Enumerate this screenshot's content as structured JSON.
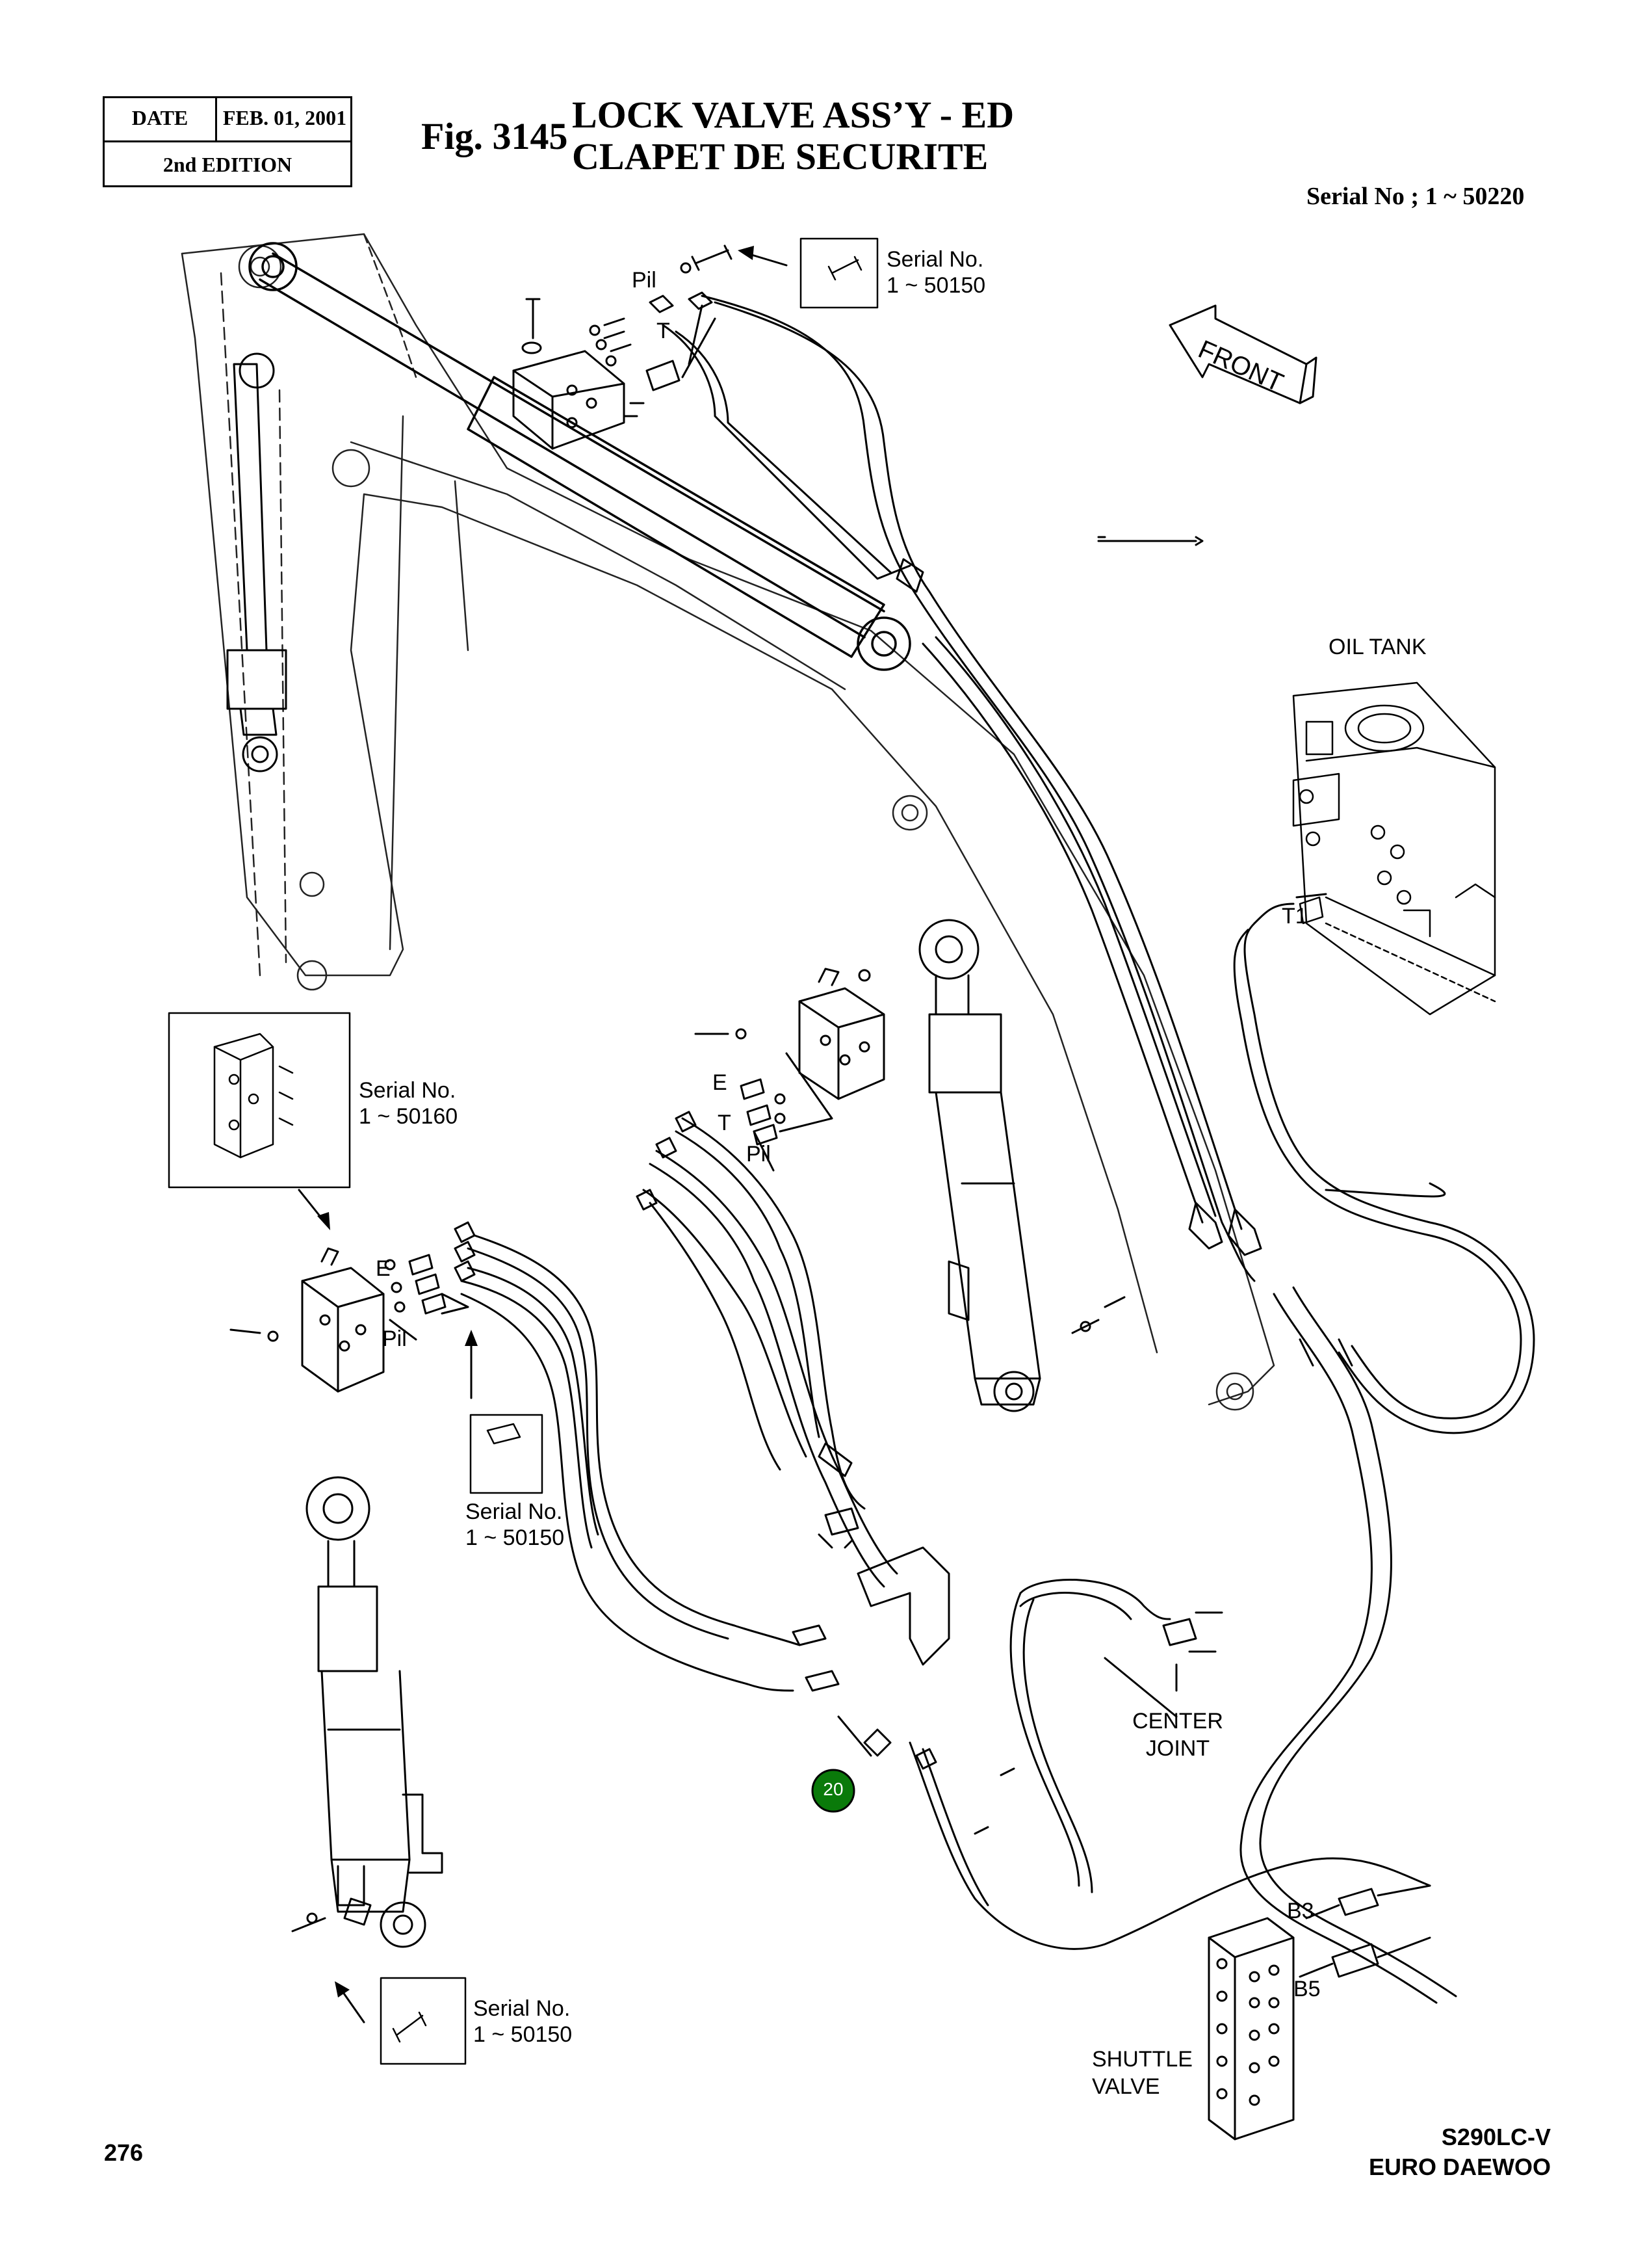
{
  "header": {
    "date_label": "DATE",
    "date_value": "FEB. 01, 2001",
    "edition": "2nd EDITION",
    "fig_number": "Fig. 3145",
    "title_line1": "LOCK VALVE ASS’Y - ED",
    "title_line2": "CLAPET DE SECURITE",
    "serial_range": "Serial No ; 1 ~ 50220"
  },
  "labels": {
    "front": "FRONT",
    "oil_tank": "OIL TANK",
    "center_joint_line1": "CENTER",
    "center_joint_line2": "JOINT",
    "shuttle_valve_line1": "SHUTTLE",
    "shuttle_valve_line2": "VALVE",
    "port_pil_top": "Pil",
    "port_t_top": "T",
    "port_e_mid": "E",
    "port_t_mid": "T",
    "port_pil_mid": "Pil",
    "port_e_left": "E",
    "port_pil_left": "Pil",
    "port_t1": "T1",
    "port_b3": "B3",
    "port_b5": "B5"
  },
  "insets": [
    {
      "line1": "Serial No.",
      "line2": "1 ~ 50150"
    },
    {
      "line1": "Serial No.",
      "line2": "1 ~ 50160"
    },
    {
      "line1": "Serial No.",
      "line2": "1 ~ 50150"
    },
    {
      "line1": "Serial No.",
      "line2": "1 ~ 50150"
    }
  ],
  "callout": {
    "number": "20",
    "color": "#0a7a0a"
  },
  "footer": {
    "page_number": "276",
    "model": "S290LC-V",
    "brand": "EURO DAEWOO"
  }
}
